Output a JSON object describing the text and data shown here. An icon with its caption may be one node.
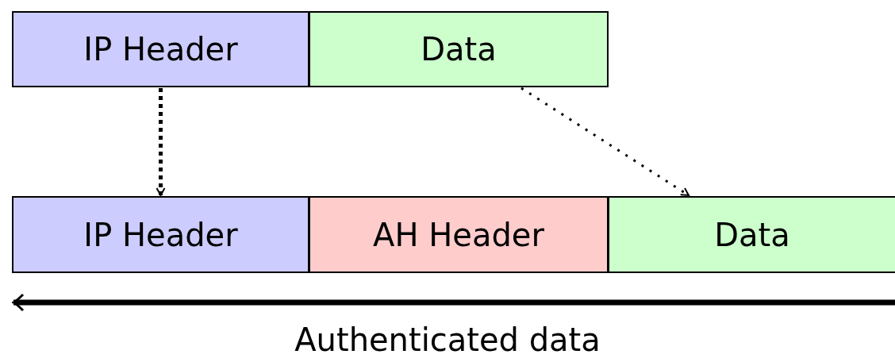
{
  "diagram": {
    "nodes": [
      {
        "text": [
          "IP Header"
        ]
      },
      {
        "text": [
          "Data"
        ]
      },
      {
        "text": [
          "IP Header"
        ]
      },
      {
        "text": [
          "AH Header"
        ]
      },
      {
        "text": [
          "Data"
        ]
      }
    ],
    "edges": [
      {
        "from": 0,
        "to": 2,
        "arrow": "to",
        "style": "dashed"
      },
      {
        "from": 1,
        "to": 4,
        "arrow": "to",
        "style": "dashed"
      }
    ],
    "labels": [
      "Authenticated data"
    ]
  }
}
